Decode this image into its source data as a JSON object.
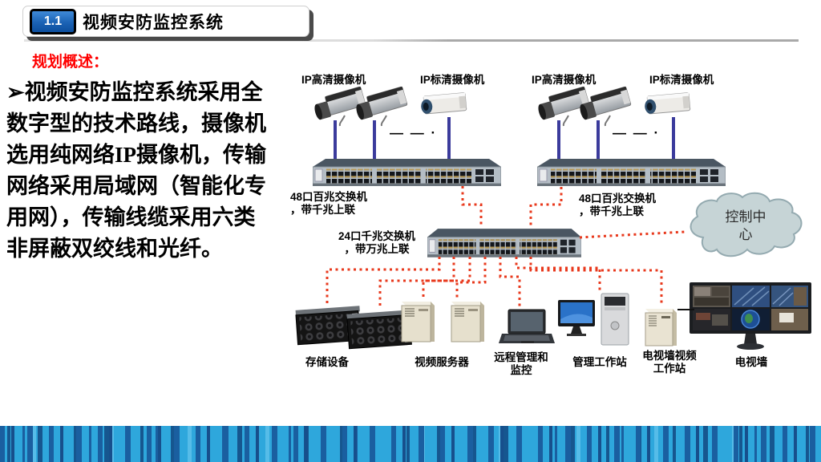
{
  "header": {
    "badge": "1.1",
    "title": "视频安防监控系统"
  },
  "overview": {
    "label": "规划概述："
  },
  "body": {
    "text": "➢视频安防监控系统采用全\n数字型的技术路线，摄像机\n选用纯网络IP摄像机，传输\n网络采用局域网（智能化专\n用网），传输线缆采用六类\n非屏蔽双绞线和光纤。"
  },
  "diagram": {
    "groups": [
      {
        "hd_label": "IP高清摄像机",
        "sd_label": "IP标清摄像机",
        "ellipsis": "— — ·",
        "switch_label": "48口百兆交换机\n，带千兆上联"
      },
      {
        "hd_label": "IP高清摄像机",
        "sd_label": "IP标清摄像机",
        "ellipsis": "— — ·",
        "switch_label": "48口百兆交换机\n，带千兆上联"
      }
    ],
    "core_switch_label": "24口千兆交换机\n，带万兆上联",
    "cloud_label": "控制中\n心",
    "devices": [
      {
        "label": "存储设备"
      },
      {
        "label": "视频服务器"
      },
      {
        "label": "远程管理和\n监控"
      },
      {
        "label": "管理工作站"
      },
      {
        "label": "电视墙视频\n工作站"
      },
      {
        "label": "电视墙"
      }
    ],
    "colors": {
      "camera_link_blue": "#3b3b9c",
      "network_link_red": "#e8391d",
      "cloud_fill": "#c6d4d6"
    }
  }
}
